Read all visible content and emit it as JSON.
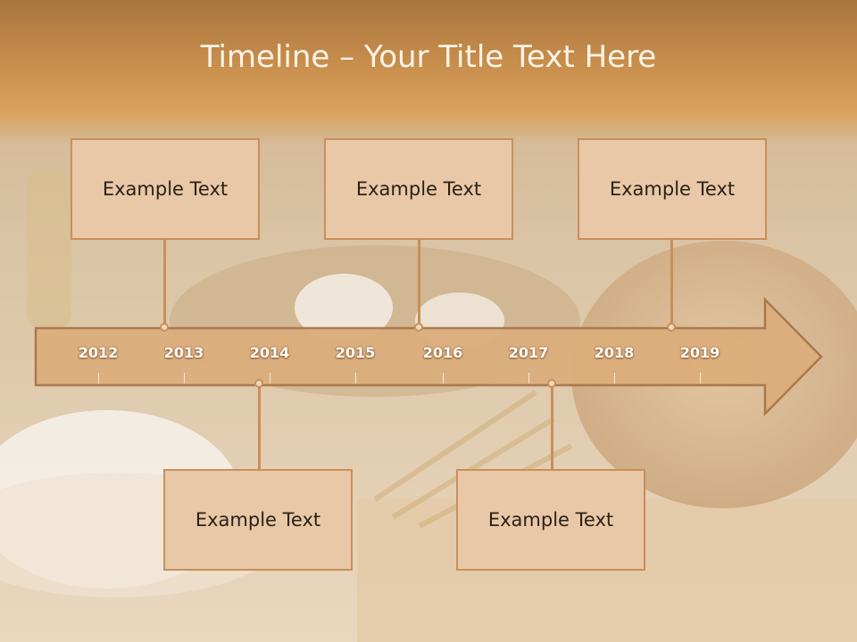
{
  "slide": {
    "title": "Timeline – Your Title Text Here"
  },
  "timeline": {
    "years": [
      "2012",
      "2013",
      "2014",
      "2015",
      "2016",
      "2017",
      "2018",
      "2019"
    ]
  },
  "events": {
    "top": [
      {
        "text": "Example Text"
      },
      {
        "text": "Example Text"
      },
      {
        "text": "Example Text"
      }
    ],
    "bottom": [
      {
        "text": "Example Text"
      },
      {
        "text": "Example Text"
      }
    ]
  },
  "colors": {
    "accent": "#c98f5b",
    "box_fill": "#e8c8a6",
    "arrow_fill": "#dcae7c",
    "title_text": "#fbf3e8"
  }
}
